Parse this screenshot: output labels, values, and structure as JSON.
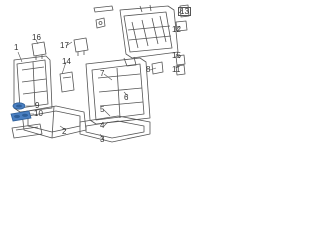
{
  "diagram": {
    "callouts": {
      "c1": "1",
      "c2": "2",
      "c3": "3",
      "c4": "4",
      "c5": "5",
      "c6": "6",
      "c7": "7",
      "c8": "8",
      "c9": "9",
      "c10": "10",
      "c11": "11",
      "c12": "12",
      "c13": "13",
      "c14": "14",
      "c15": "15",
      "c16": "16",
      "c17": "17"
    },
    "colors": {
      "line": "#555555",
      "highlight": "#4a7fc1",
      "highlight_dark": "#2e5f99"
    }
  }
}
